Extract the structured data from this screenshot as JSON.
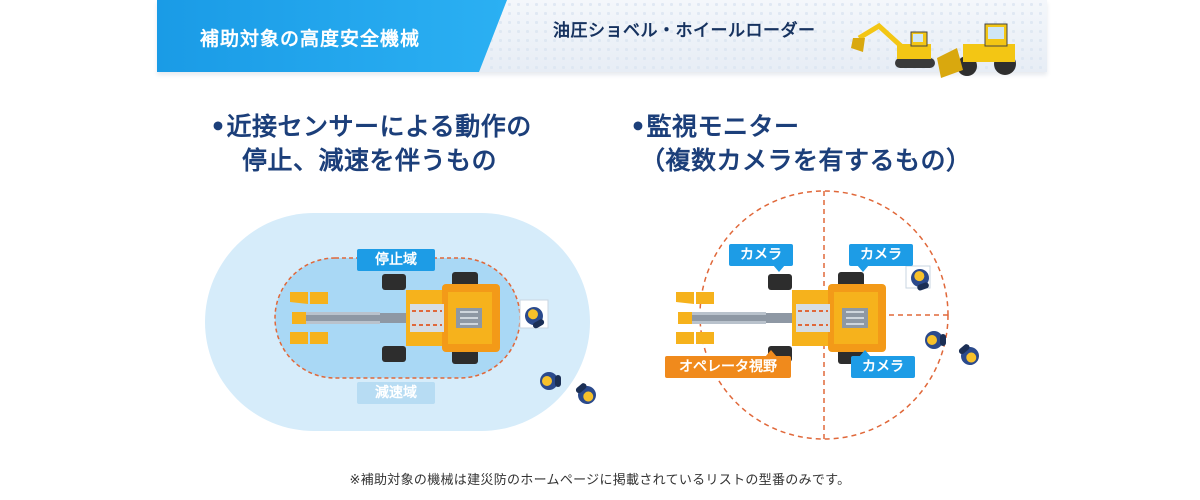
{
  "header": {
    "title": "補助対象の高度安全機械",
    "subtitle": "油圧ショベル・ホイールローダー",
    "vehicles_icon": "excavator-and-wheel-loader-illustration"
  },
  "left_section": {
    "heading_line1": "•近接センサーによる動作の",
    "heading_line2": "停止、減速を伴うもの",
    "stop_zone_label": "停止域",
    "slow_zone_label": "減速域"
  },
  "right_section": {
    "heading_line1": "•監視モニター",
    "heading_line2": "（複数カメラを有するもの）",
    "camera_labels": [
      "カメラ",
      "カメラ",
      "カメラ"
    ],
    "operator_view_label": "オペレータ視野"
  },
  "footnote": "※補助対象の機械は建災防のホームページに掲載されているリストの型番のみです。",
  "colors": {
    "header_blue": "#1d9ce6",
    "heading_navy": "#1c3f7a",
    "zone_outer": "#d6ecfa",
    "zone_inner": "#a9d8f5",
    "dashed_orange": "#e0683a",
    "machine_orange": "#f6b21c",
    "operator_orange": "#f08a1c"
  }
}
